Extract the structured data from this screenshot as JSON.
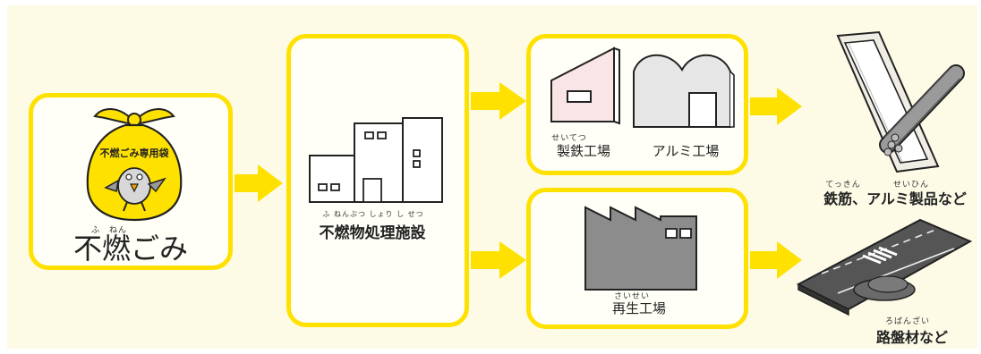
{
  "source": {
    "bag_label": "不燃ごみ専用袋",
    "reading": "ふ　ねん",
    "title": "不燃ごみ"
  },
  "facility": {
    "reading": "ふ ねんぶつ しょり し せつ",
    "title": "不燃物処理施設"
  },
  "plants": {
    "steel_reading": "せいてつ",
    "steel": "製鉄工場",
    "aluminum": "アルミ工場",
    "recycle_reading": "さいせい",
    "recycle": "再生工場"
  },
  "outputs": {
    "metal_reading_1": "てっきん",
    "metal_reading_2": "せいひん",
    "metal": "鉄筋、アルミ製品など",
    "road_reading": "ろばんざい",
    "road": "路盤材など"
  },
  "colors": {
    "accent": "#ffe100",
    "background": "#fdfbe6",
    "box": "#fffef7"
  }
}
